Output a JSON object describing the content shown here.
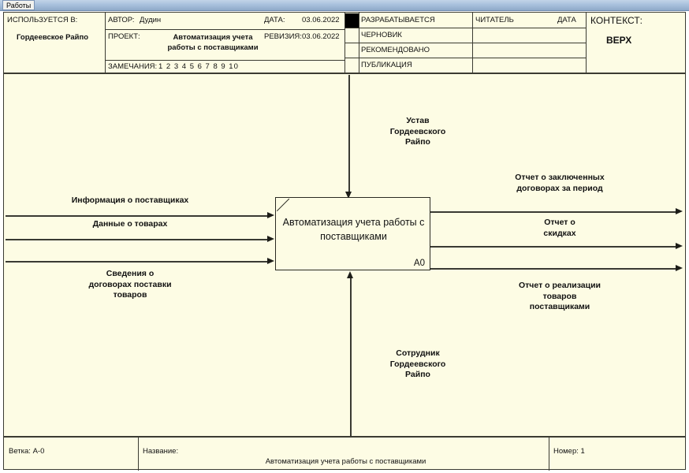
{
  "window": {
    "title": "Работы"
  },
  "header": {
    "used_at_label": "ИСПОЛЬЗУЕТСЯ В:",
    "used_at_value": "Гордеевское Райпо",
    "author_label": "АВТОР:",
    "author_value": "Дудин",
    "project_label": "ПРОЕКТ:",
    "project_value": "Автоматизация учета\nработы с поставщиками",
    "notes_label": "ЗАМЕЧАНИЯ:",
    "notes_value": "1 2 3 4 5 6 7 8 9 10",
    "date_label": "ДАТА:",
    "date_value": "03.06.2022",
    "revision_label": "РЕВИЗИЯ:",
    "revision_value": "03.06.2022",
    "status_rows": [
      {
        "label": "РАЗРАБАТЫВАЕТСЯ",
        "checked": true
      },
      {
        "label": "ЧЕРНОВИК",
        "checked": false
      },
      {
        "label": "РЕКОМЕНДОВАНО",
        "checked": false
      },
      {
        "label": "ПУБЛИКАЦИЯ",
        "checked": false
      }
    ],
    "reader_label": "ЧИТАТЕЛЬ",
    "reader_date_label": "ДАТА",
    "context_label": "КОНТЕКСТ:",
    "context_value": "ВЕРХ"
  },
  "diagram": {
    "activity": {
      "name": "Автоматизация учета\nработы с поставщиками",
      "code": "A0"
    },
    "controls": [
      {
        "label": "Устав\nГордеевского\nРайпо"
      }
    ],
    "inputs": [
      {
        "label": "Информация о поставщиках"
      },
      {
        "label": "Данные о товарах"
      },
      {
        "label": "Сведения о\nдоговорах поставки\nтоваров"
      }
    ],
    "outputs": [
      {
        "label": "Отчет о заключенных\nдоговорах за период"
      },
      {
        "label": "Отчет о\nскидках"
      },
      {
        "label": "Отчет о реализации\nтоваров\nпоставщиками"
      }
    ],
    "mechanisms": [
      {
        "label": "Сотрудник\nГордеевского\nРайпо"
      }
    ]
  },
  "footer": {
    "node_label": "Ветка: А-0",
    "title_label": "Название:",
    "title_value": "Автоматизация учета работы с поставщиками",
    "number_label": "Номер: 1"
  },
  "colors": {
    "sheet_background": "#fdfce4",
    "line": "#3b3b32",
    "titlebar": "#a9c1dd"
  }
}
